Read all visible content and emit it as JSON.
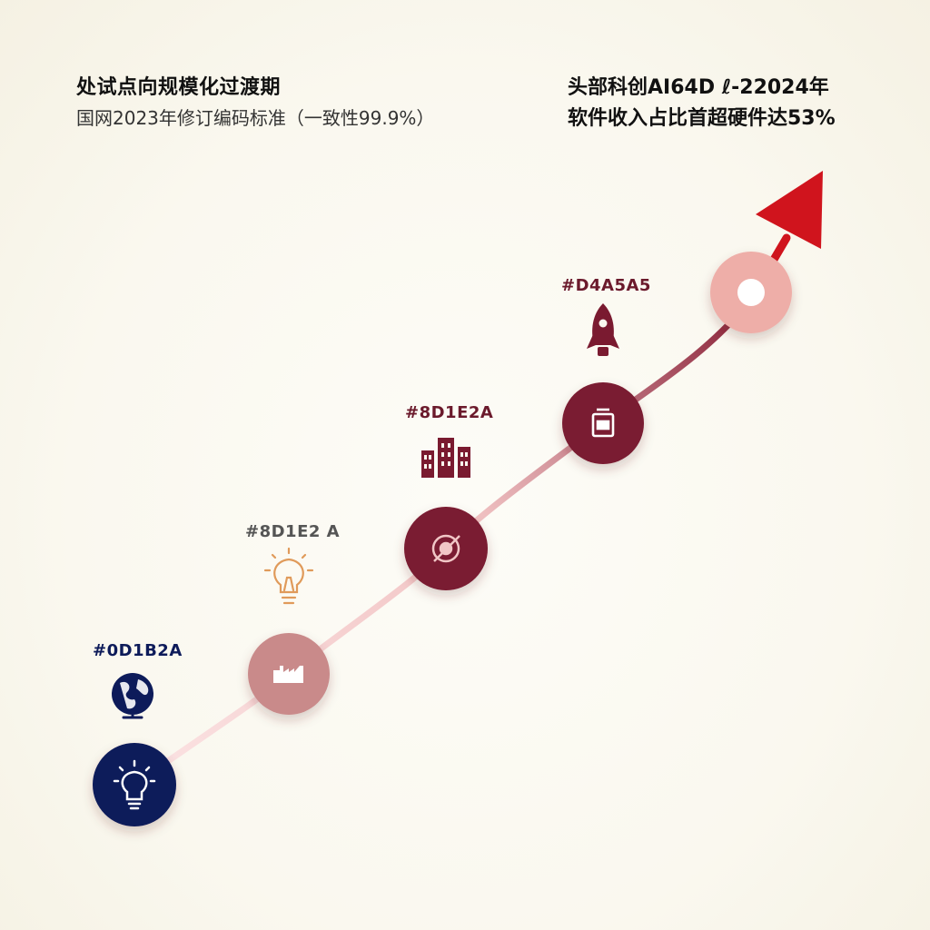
{
  "header": {
    "left_title": "处试点向规模化过渡期",
    "left_subtitle": "国网2023年修订编码标准（一致性99.9%）",
    "right_line1": "头部科创AI64D ℓ-22024年",
    "right_line2": "软件收入占比首超硬件达53%"
  },
  "stages": [
    {
      "code": "#0D1B2A",
      "icon": "globe-icon",
      "node_icon": "lightbulb-icon",
      "color": "#0d1b5a"
    },
    {
      "code": "#8D1E2 A",
      "icon": "lightbulb-icon",
      "node_icon": "factory-icon",
      "color": "#c98a8a"
    },
    {
      "code": "#8D1E2A",
      "icon": "building-icon",
      "node_icon": "target-icon",
      "color": "#7a1a30"
    },
    {
      "code": "#D4A5A5",
      "icon": "rocket-icon",
      "node_icon": "device-icon",
      "color": "#7a1a30"
    },
    {
      "code": "",
      "icon": "",
      "node_icon": "ring-icon",
      "color": "#eeaea8"
    }
  ],
  "colors": {
    "arrow_head": "#d0141d",
    "path_start": "#f6d3d3",
    "path_end": "#8a2237"
  }
}
